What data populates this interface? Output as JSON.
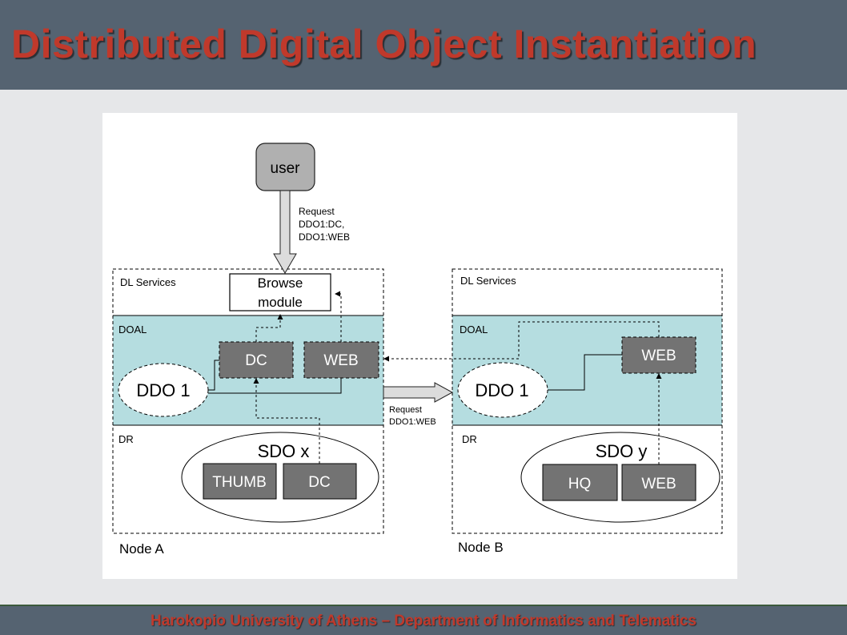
{
  "slide": {
    "title": "Distributed Digital Object Instantiation",
    "footer": "Harokopio University of Athens – Department of Informatics and Telematics"
  },
  "diagram": {
    "user": "user",
    "request_top": [
      "Request",
      "DDO1:DC,",
      "DDO1:WEB"
    ],
    "request_mid": [
      "Request",
      "DDO1:WEB"
    ],
    "node_a": {
      "label": "Node A",
      "dl_services": "DL Services",
      "browse_module": [
        "Browse",
        "module"
      ],
      "doal": "DOAL",
      "ddo": "DDO 1",
      "dc": "DC",
      "web": "WEB",
      "dr": "DR",
      "sdo": "SDO x",
      "thumb": "THUMB",
      "sdo_dc": "DC"
    },
    "node_b": {
      "label": "Node B",
      "dl_services": "DL Services",
      "doal": "DOAL",
      "ddo": "DDO 1",
      "web": "WEB",
      "dr": "DR",
      "sdo": "SDO y",
      "hq": "HQ",
      "sdo_web": "WEB"
    },
    "colors": {
      "doal_fill": "#b5dde0",
      "box_fill": "#737373"
    }
  }
}
